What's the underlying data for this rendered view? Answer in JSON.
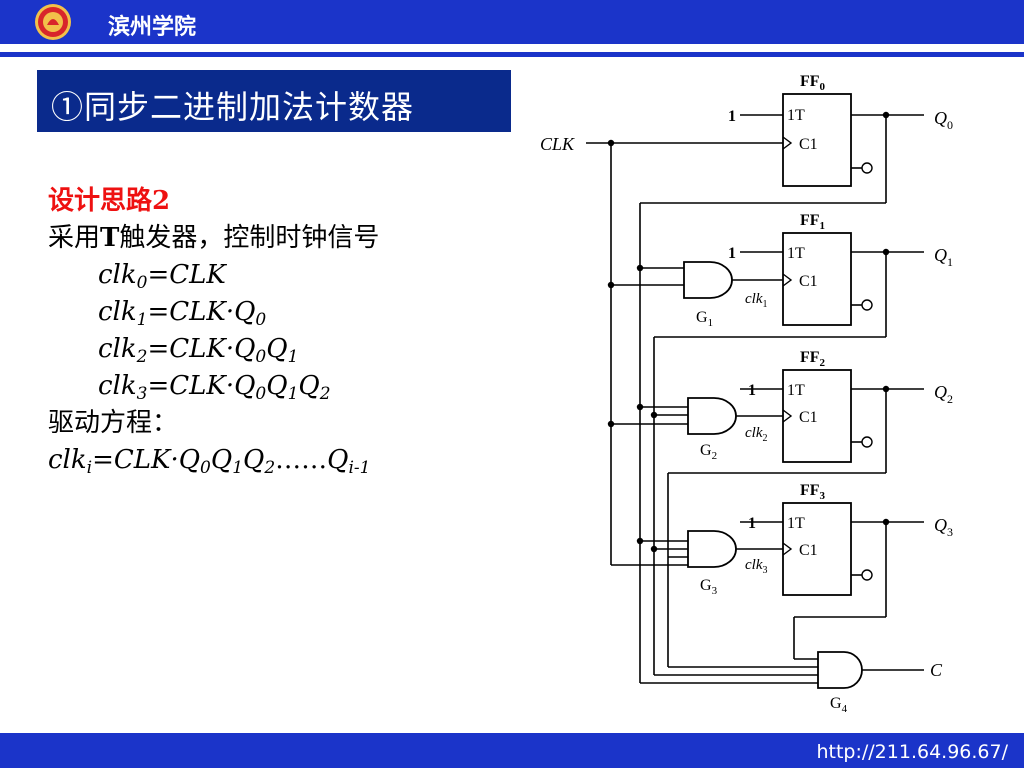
{
  "header": {
    "school_name": "滨州学院",
    "logo_icon": "university-emblem-icon"
  },
  "title": "①同步二进制加法计数器",
  "text": {
    "design_idea": "设计思路2",
    "approach_prefix": "采用",
    "approach_bold": "T",
    "approach_suffix": "触发器，控制时钟信号",
    "eq0_lhs": "clk",
    "eq0_sub": "0",
    "eq0_rhs": "=CLK",
    "eq1_lhs": "clk",
    "eq1_sub": "1",
    "eq1_rhs": "=CLK·Q",
    "eq1_sub2": "0",
    "eq2_lhs": "clk",
    "eq2_sub": "2",
    "eq2_rhs": "=CLK·Q",
    "eq2_sub2": "0",
    "eq2_q": "Q",
    "eq2_sub3": "1",
    "eq3_lhs": "clk",
    "eq3_sub": "3",
    "eq3_rhs": "=CLK·Q",
    "eq3_sub2": "0",
    "eq3_q": "Q",
    "eq3_sub3": "1",
    "eq3_q2": "Q",
    "eq3_sub4": "2",
    "drive_label": "驱动方程：",
    "gen_lhs": "clk",
    "gen_sub": "i",
    "gen_rhs": "=CLK·Q",
    "gen_s0": "0",
    "gen_q1": "Q",
    "gen_s1": "1",
    "gen_q2": "Q",
    "gen_s2": "2",
    "gen_dots": "……",
    "gen_qi": "Q",
    "gen_si": "i-1"
  },
  "circuit": {
    "clk_label": "CLK",
    "flipflops": [
      {
        "name": "FF",
        "index": "0",
        "t": "1T",
        "c": "C1",
        "input": "1",
        "out": "Q",
        "out_sub": "0"
      },
      {
        "name": "FF",
        "index": "1",
        "t": "1T",
        "c": "C1",
        "input": "1",
        "out": "Q",
        "out_sub": "1",
        "clk": "clk",
        "clk_sub": "1"
      },
      {
        "name": "FF",
        "index": "2",
        "t": "1T",
        "c": "C1",
        "input": "1",
        "out": "Q",
        "out_sub": "2",
        "clk": "clk",
        "clk_sub": "2"
      },
      {
        "name": "FF",
        "index": "3",
        "t": "1T",
        "c": "C1",
        "input": "1",
        "out": "Q",
        "out_sub": "3",
        "clk": "clk",
        "clk_sub": "3"
      }
    ],
    "gates": [
      {
        "name": "G",
        "index": "1"
      },
      {
        "name": "G",
        "index": "2"
      },
      {
        "name": "G",
        "index": "3"
      },
      {
        "name": "G",
        "index": "4"
      }
    ],
    "carry_label": "C"
  },
  "footer": {
    "url": "http://211.64.96.67/"
  },
  "colors": {
    "header_blue": "#1b34c9",
    "title_box": "#0a2a8c",
    "red_heading": "#ee1111"
  }
}
